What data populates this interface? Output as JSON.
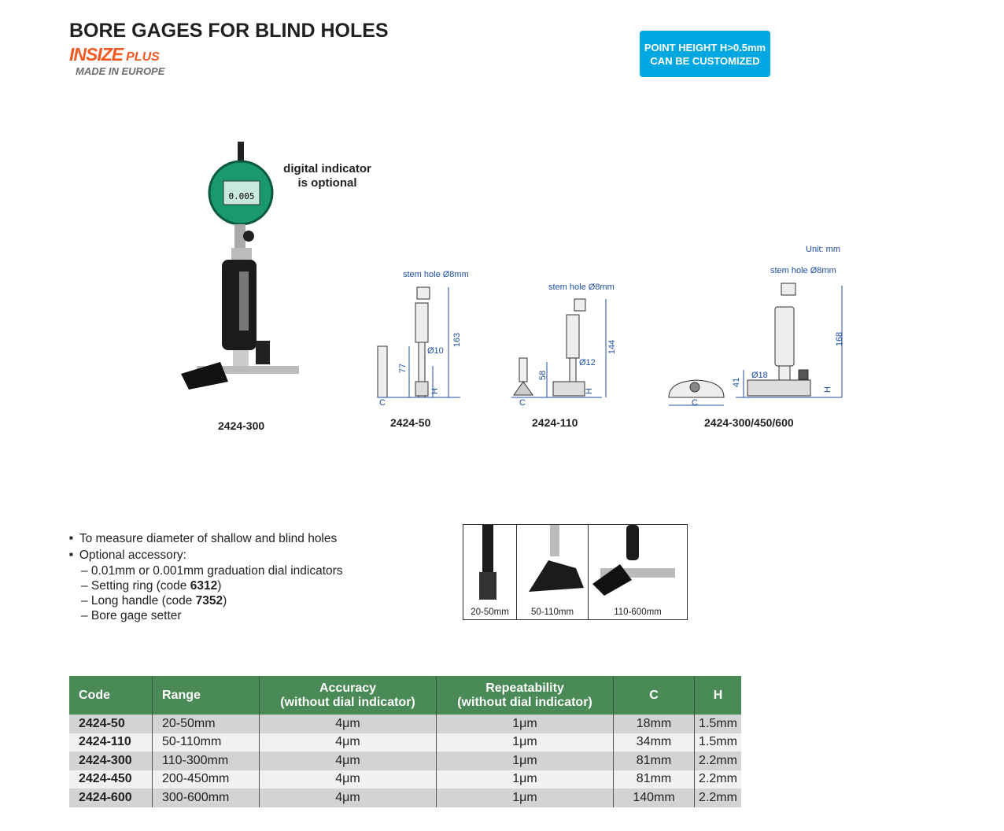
{
  "title": "BORE GAGES FOR BLIND HOLES",
  "logo": {
    "brand": "INSIZE",
    "plus": "PLUS",
    "made": "MADE IN EUROPE"
  },
  "badge": [
    "POINT HEIGHT H>0.5mm",
    "CAN BE CUSTOMIZED"
  ],
  "photo_note": [
    "digital indicator",
    "is optional"
  ],
  "display_reading": "0.005",
  "unit": "Unit: mm",
  "diagrams": [
    {
      "label": "2424-50",
      "stem": "stem hole Ø8mm",
      "height": "163",
      "dia": "Ø10",
      "depth": "77",
      "c": "C",
      "h": "H"
    },
    {
      "label": "2424-110",
      "stem": "stem hole Ø8mm",
      "height": "144",
      "dia": "Ø12",
      "depth": "58",
      "c": "C",
      "h": "H"
    },
    {
      "label": "2424-300/450/600",
      "stem": "stem hole Ø8mm",
      "height": "168",
      "dia": "Ø18",
      "depth": "41",
      "c": "C",
      "h": "H"
    }
  ],
  "main_photo_label": "2424-300",
  "bullets": [
    {
      "text": "To measure diameter of shallow and blind holes"
    },
    {
      "text": "Optional accessory:"
    }
  ],
  "sub": [
    {
      "pre": "– 0.01mm or 0.001mm graduation dial indicators",
      "bold": "",
      "post": ""
    },
    {
      "pre": "– Setting ring (code ",
      "bold": "6312",
      "post": ")"
    },
    {
      "pre": "– Long handle (code ",
      "bold": "7352",
      "post": ")"
    },
    {
      "pre": "– Bore gage setter",
      "bold": "",
      "post": ""
    }
  ],
  "photos": [
    "20-50mm",
    "50-110mm",
    "110-600mm"
  ],
  "table": {
    "headers": [
      "Code",
      "Range",
      "Accuracy\n(without dial indicator)",
      "Repeatability\n(without dial indicator)",
      "C",
      "H"
    ],
    "header_lines": [
      [
        "Code"
      ],
      [
        "Range"
      ],
      [
        "Accuracy",
        "(without dial indicator)"
      ],
      [
        "Repeatability",
        "(without dial indicator)"
      ],
      [
        "C"
      ],
      [
        "H"
      ]
    ],
    "rows": [
      [
        "2424-50",
        "20-50mm",
        "4μm",
        "1μm",
        "18mm",
        "1.5mm"
      ],
      [
        "2424-110",
        "50-110mm",
        "4μm",
        "1μm",
        "34mm",
        "1.5mm"
      ],
      [
        "2424-300",
        "110-300mm",
        "4μm",
        "1μm",
        "81mm",
        "2.2mm"
      ],
      [
        "2424-450",
        "200-450mm",
        "4μm",
        "1μm",
        "81mm",
        "2.2mm"
      ],
      [
        "2424-600",
        "300-600mm",
        "4μm",
        "1μm",
        "140mm",
        "2.2mm"
      ]
    ]
  },
  "colors": {
    "green": "#4a8a57",
    "blue": "#00a7e1",
    "orange": "#f05a22"
  }
}
